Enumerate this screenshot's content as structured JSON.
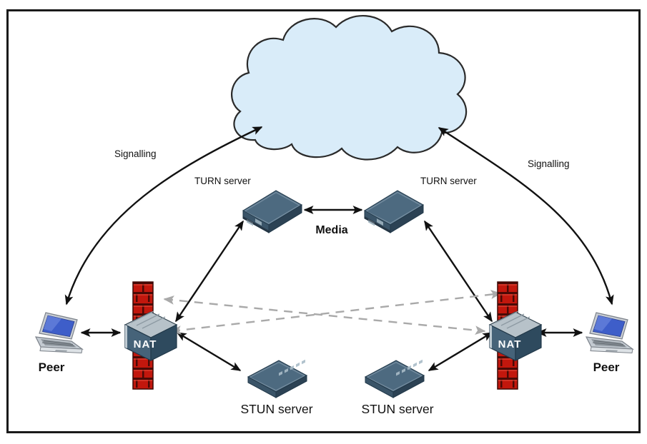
{
  "labels": {
    "signalling_left": "Signalling",
    "signalling_right": "Signalling",
    "turn_server_left": "TURN server",
    "turn_server_right": "TURN server",
    "media": "Media",
    "peer_left": "Peer",
    "peer_right": "Peer",
    "stun_server_left": "STUN server",
    "stun_server_right": "STUN server",
    "nat_left": "NAT",
    "nat_right": "NAT"
  },
  "colors": {
    "cloud_fill": "#d9ecf9",
    "cloud_stroke": "#2a2a2a",
    "server_top": "#4d6a80",
    "server_left": "#3a5468",
    "server_right": "#2c4254",
    "firewall_red": "#c2170d",
    "firewall_mortar": "#4a0a06",
    "cube_top": "#b7c2c9",
    "cube_left": "#466379",
    "cube_right": "#2e4a5e",
    "laptop_screen": "#3e5ec9",
    "laptop_body": "#c3cad1",
    "arrow_black": "#111111",
    "arrow_dashed_gray": "#a9a9a9",
    "frame_stroke": "#1a1a1a"
  },
  "nodes": [
    {
      "id": "internet-cloud",
      "type": "cloud",
      "label": ""
    },
    {
      "id": "peer-left",
      "type": "laptop",
      "label": "Peer"
    },
    {
      "id": "peer-right",
      "type": "laptop",
      "label": "Peer"
    },
    {
      "id": "nat-left",
      "type": "nat-firewall",
      "label": "NAT"
    },
    {
      "id": "nat-right",
      "type": "nat-firewall",
      "label": "NAT"
    },
    {
      "id": "turn-server-left",
      "type": "server",
      "label": "TURN server"
    },
    {
      "id": "turn-server-right",
      "type": "server",
      "label": "TURN server"
    },
    {
      "id": "stun-server-left",
      "type": "server",
      "label": "STUN server"
    },
    {
      "id": "stun-server-right",
      "type": "server",
      "label": "STUN server"
    }
  ],
  "connections": [
    {
      "from": "peer-left",
      "to": "internet-cloud",
      "style": "curved-solid-bidirectional",
      "label": "Signalling"
    },
    {
      "from": "peer-right",
      "to": "internet-cloud",
      "style": "curved-solid-bidirectional",
      "label": "Signalling"
    },
    {
      "from": "peer-left",
      "to": "nat-left",
      "style": "solid-bidirectional",
      "label": ""
    },
    {
      "from": "peer-right",
      "to": "nat-right",
      "style": "solid-bidirectional",
      "label": ""
    },
    {
      "from": "nat-left",
      "to": "turn-server-left",
      "style": "solid-bidirectional",
      "label": ""
    },
    {
      "from": "nat-right",
      "to": "turn-server-right",
      "style": "solid-bidirectional",
      "label": ""
    },
    {
      "from": "turn-server-left",
      "to": "turn-server-right",
      "style": "solid-bidirectional",
      "label": "Media"
    },
    {
      "from": "nat-left",
      "to": "stun-server-left",
      "style": "solid-bidirectional",
      "label": ""
    },
    {
      "from": "nat-right",
      "to": "stun-server-right",
      "style": "solid-bidirectional",
      "label": ""
    },
    {
      "from": "nat-left",
      "to": "nat-right",
      "style": "dashed-gray-bidirectional",
      "label": ""
    },
    {
      "from": "nat-right",
      "to": "nat-left",
      "style": "dashed-gray-bidirectional",
      "label": ""
    }
  ]
}
